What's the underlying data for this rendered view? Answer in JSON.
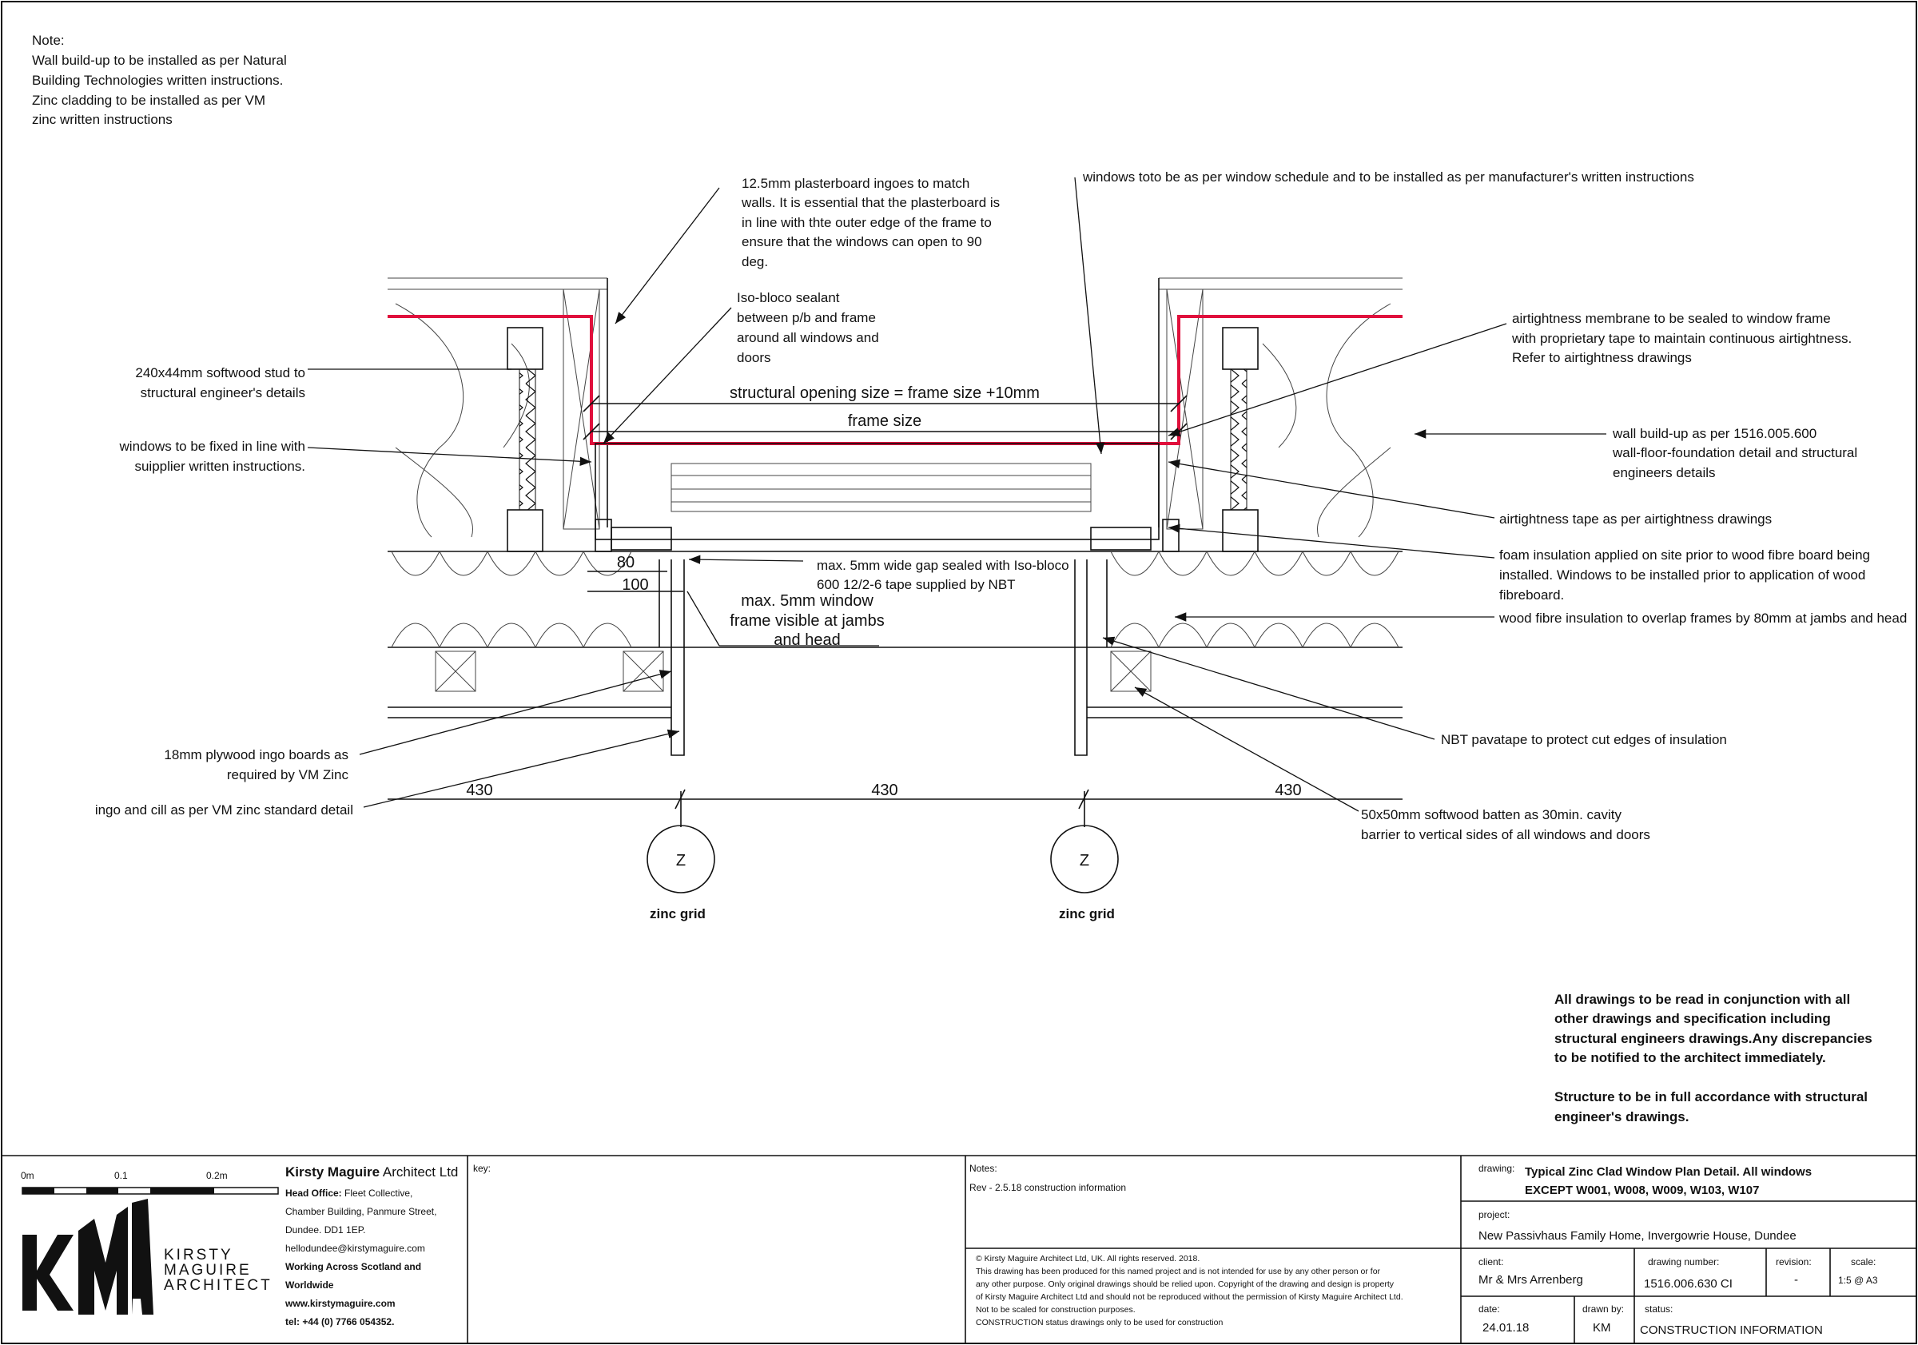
{
  "notes_top": [
    "Note:",
    "Wall build-up to be installed as per Natural",
    "Building Technologies written instructions.",
    "Zinc cladding to be installed as per VM",
    "zinc written instructions"
  ],
  "labels": {
    "plasterboard": [
      "12.5mm plasterboard ingoes to match",
      "walls. It is essential that the plasterboard is",
      "in line with thte outer edge of the frame to",
      "ensure that the windows can open to 90",
      "deg."
    ],
    "isobloco": [
      "Iso-bloco sealant",
      "between p/b and frame",
      "around all windows and",
      "doors"
    ],
    "windows_schedule": "windows toto be as per window schedule and to be installed as per manufacturer's written instructions",
    "membrane": [
      "airtightness membrane to be sealed to window frame",
      "with proprietary tape to maintain continuous airtightness.",
      "Refer to airtightness drawings"
    ],
    "stud": [
      "240x44mm softwood stud to",
      "structural engineer's details"
    ],
    "fixed": [
      "windows to be fixed in line with",
      "suipplier written instructions."
    ],
    "wall_buildup": [
      "wall build-up as per 1516.005.600",
      "wall-floor-foundation detail and structural",
      "engineers details"
    ],
    "tape": "airtightness tape as per airtightness drawings",
    "foam": [
      "foam insulation applied on site prior to wood fibre board being",
      "installed. Windows to be installed  prior to application of wood",
      "fibreboard."
    ],
    "gap": [
      "max. 5mm wide gap sealed with Iso-bloco",
      "600 12/2-6 tape supplied by NBT"
    ],
    "visible": [
      "max. 5mm window",
      "frame visible at jambs",
      "and head"
    ],
    "overlap": "wood fibre insulation to overlap frames by 80mm at jambs and head",
    "plywood": [
      "18mm plywood ingo boards as",
      "required by VM Zinc"
    ],
    "pavatape": "NBT pavatape to protect cut edges of insulation",
    "ingo": "ingo and cill as per VM zinc standard detail",
    "batten": [
      "50x50mm softwood batten as 30min. cavity",
      "barrier to vertical sides of all windows and doors"
    ]
  },
  "dims": {
    "opening": "structural opening size = frame size +10mm",
    "frame": "frame size",
    "d80": "80",
    "d100": "100",
    "spacing": [
      "430",
      "430",
      "430"
    ]
  },
  "grid": {
    "letter": "Z",
    "label": "zinc grid"
  },
  "general_notes": [
    "All drawings to be read in conjunction with all",
    "other drawings and specification including",
    "structural engineers drawings.Any discrepancies",
    "to be notified to the architect immediately.",
    "",
    "Structure to be in full accordance with structural",
    "engineer's drawings."
  ],
  "title_block": {
    "scale_labels": [
      "0m",
      "0.1",
      "0.2m"
    ],
    "company_bold": "Kirsty Maguire",
    "company_rest": " Architect Ltd",
    "office": [
      {
        "b": "Head Office:",
        "t": " Fleet Collective,"
      },
      {
        "b": "",
        "t": "Chamber Building, Panmure Street,"
      },
      {
        "b": "",
        "t": "Dundee. DD1 1EP."
      },
      {
        "b": "",
        "t": "hellodundee@kirstymaguire.com"
      },
      {
        "b": "Working Across Scotland and",
        "t": ""
      },
      {
        "b": "Worldwide",
        "t": ""
      },
      {
        "b": "www.kirstymaguire.com",
        "t": ""
      },
      {
        "b": "tel: +44 (0) 7766 054352.",
        "t": ""
      }
    ],
    "logo_text": [
      "KIRSTY",
      "MAGUIRE",
      "ARCHITECT"
    ],
    "key_label": "key:",
    "notes_label": "Notes:",
    "rev": "Rev -  2.5.18 construction information",
    "copyright": [
      "© Kirsty Maguire Architect Ltd, UK. All rights reserved. 2018.",
      "This drawing has been produced for this named project and is not intended for use by any other person or for",
      "any other purpose. Only original drawings should be relied upon. Copyright of the drawing and design is property",
      "of Kirsty Maguire Architect Ltd and should not be reproduced without the permission of Kirsty Maguire Architect Ltd.",
      "Not to be scaled for construction purposes.",
      "CONSTRUCTION status drawings only to be used for construction"
    ],
    "drawing_label": "drawing:",
    "drawing_title": [
      "Typical Zinc Clad Window Plan Detail. All windows",
      "EXCEPT W001, W008, W009, W103, W107"
    ],
    "project_label": "project:",
    "project": "New Passivhaus Family Home, Invergowrie House, Dundee",
    "client_label": "client:",
    "client": "Mr & Mrs Arrenberg",
    "number_label": "drawing number:",
    "number": "1516.006.630 CI",
    "revision_label": "revision:",
    "revision": "-",
    "scale_label": "scale:",
    "scale": "1:5 @ A3",
    "date_label": "date:",
    "date": "24.01.18",
    "drawn_label": "drawn by:",
    "drawn": "KM",
    "status_label": "status:",
    "status": "CONSTRUCTION INFORMATION"
  }
}
